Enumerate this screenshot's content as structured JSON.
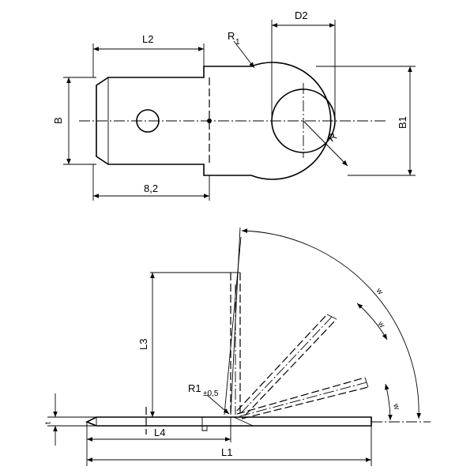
{
  "top_view": {
    "labels": {
      "l2": "L2",
      "d2": "D2",
      "r1": "R",
      "r1_sub": "1",
      "b": "B",
      "b1": "B1",
      "r": "R",
      "len": "8,2"
    }
  },
  "side_view": {
    "labels": {
      "l3": "L3",
      "r1_main": "R1",
      "r1_tol": "±0,5",
      "t": "t",
      "l4": "L4",
      "l1": "L1",
      "w1": "w",
      "w2": "w",
      "w3": "w"
    }
  }
}
